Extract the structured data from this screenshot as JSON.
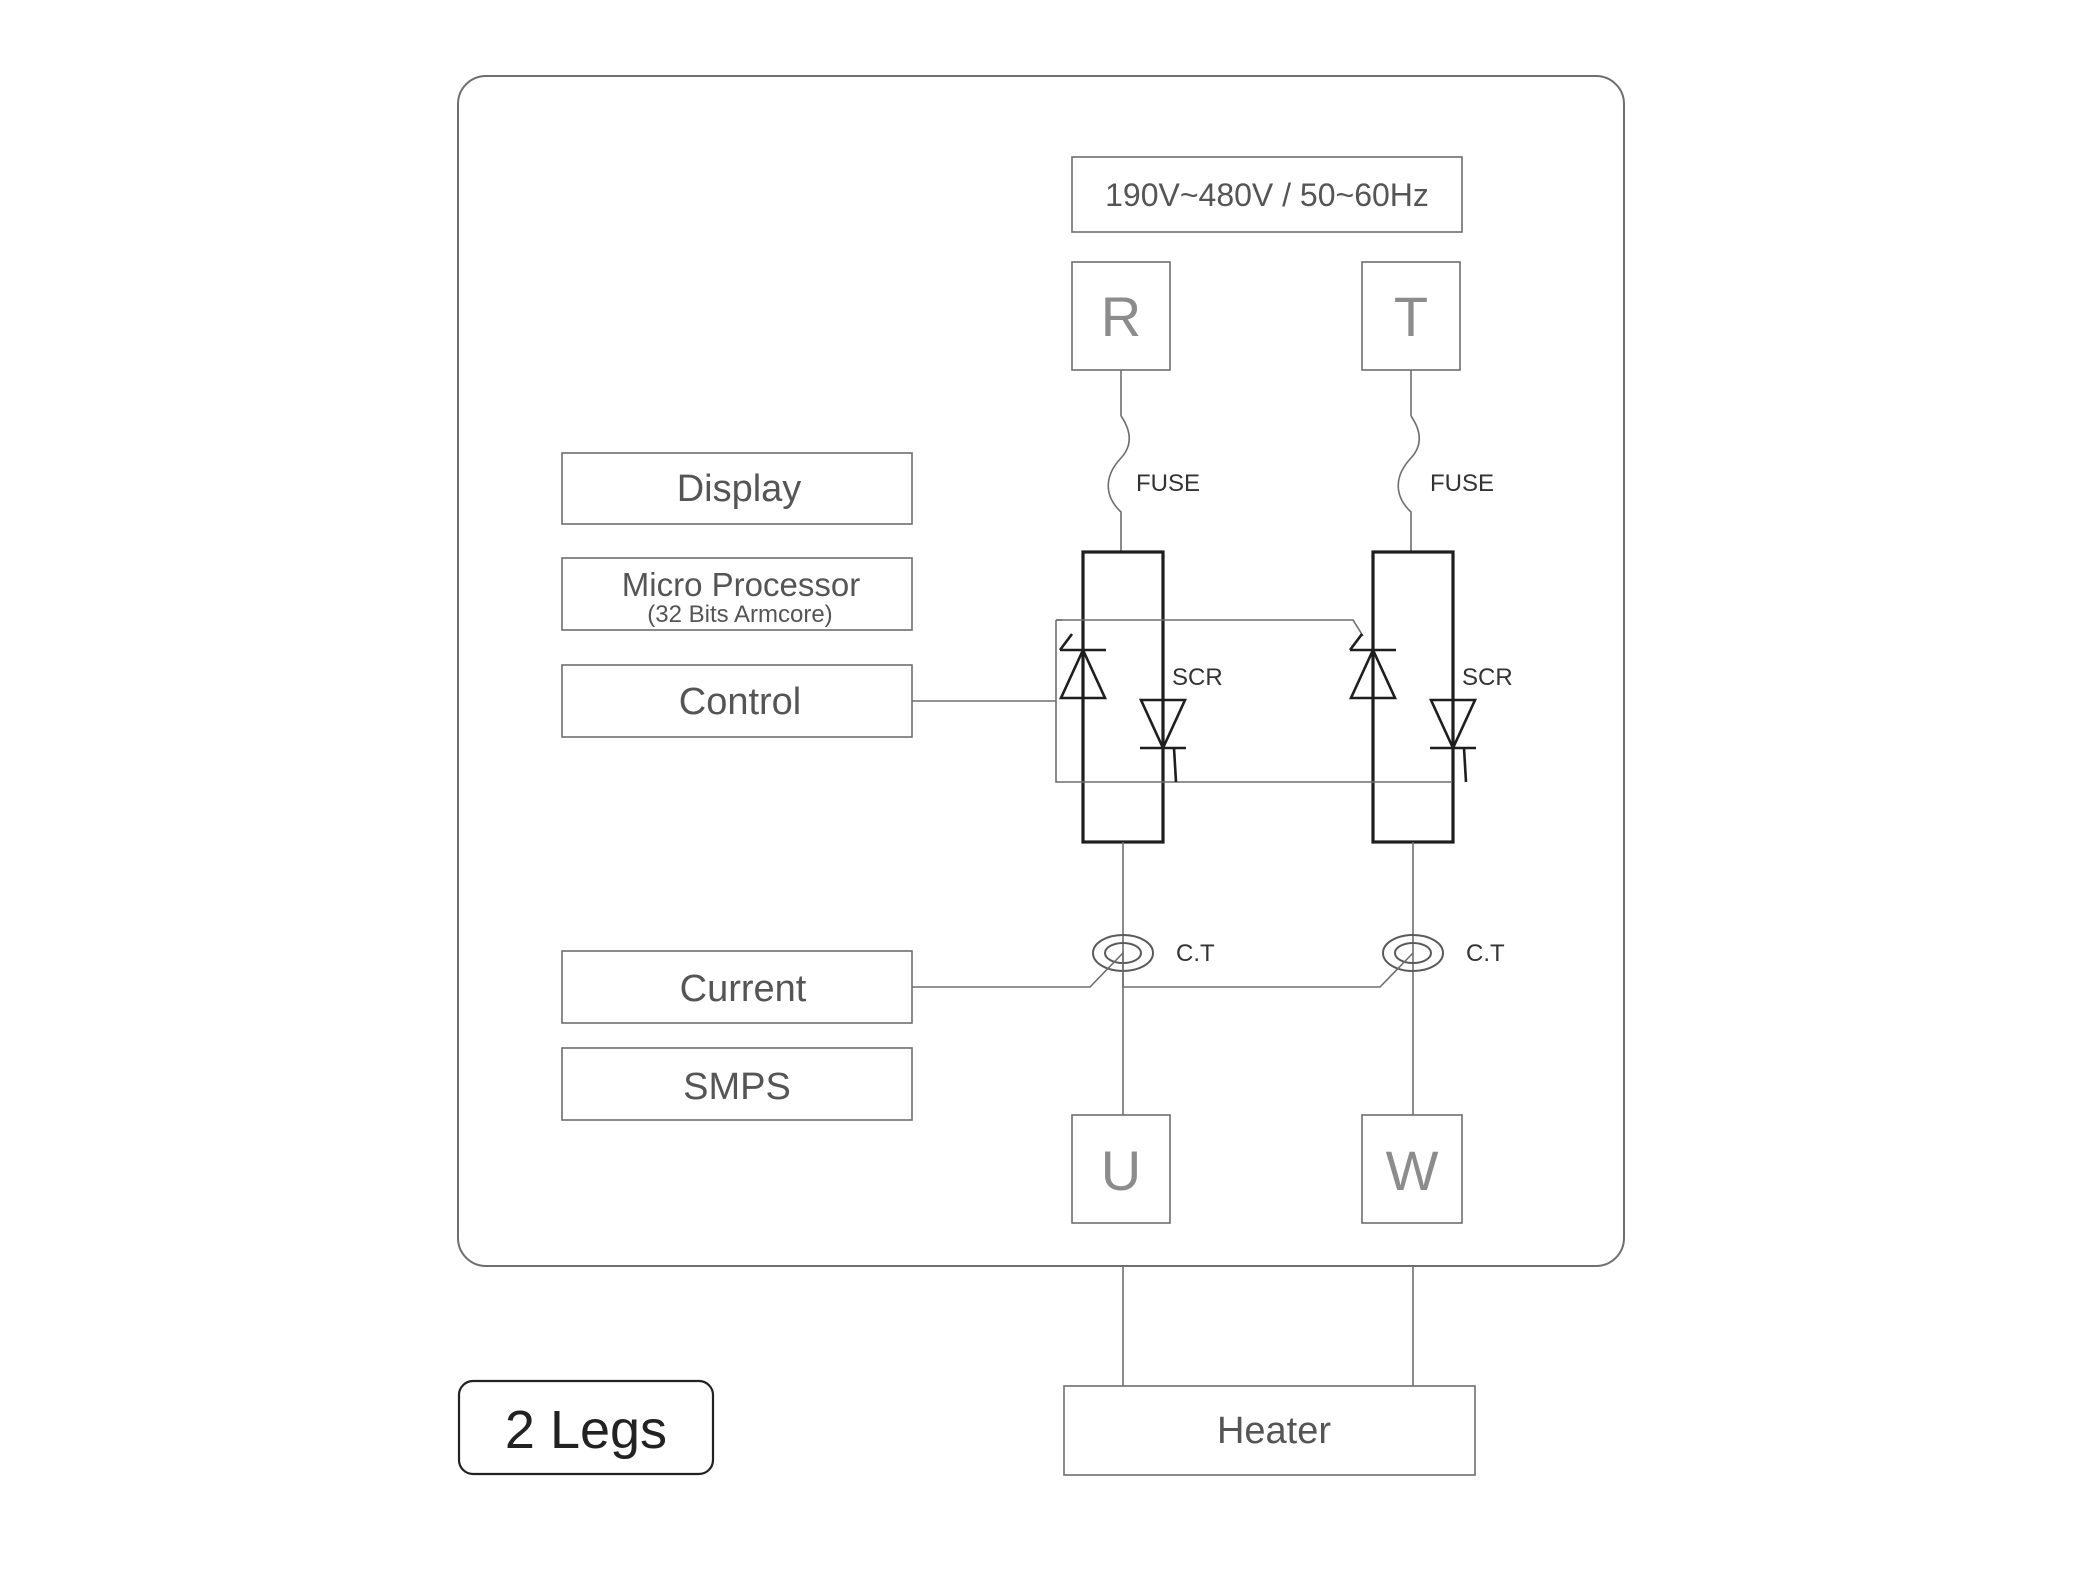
{
  "supply": "190V~480V / 50~60Hz",
  "terminals": {
    "r": "R",
    "t": "T",
    "u": "U",
    "w": "W"
  },
  "fuse_label": "FUSE",
  "scr_label": "SCR",
  "ct_label": "C.T",
  "modules": {
    "display": "Display",
    "micro_processor": "Micro Processor",
    "micro_processor_sub": "(32 Bits Armcore)",
    "control": "Control",
    "current": "Current",
    "smps": "SMPS"
  },
  "heater": "Heater",
  "legs": "2 Legs",
  "colors": {
    "line": "#6e6e6e",
    "component": "#1e1e1e",
    "terminal_text": "#8c8c8c",
    "text": "#555555"
  }
}
